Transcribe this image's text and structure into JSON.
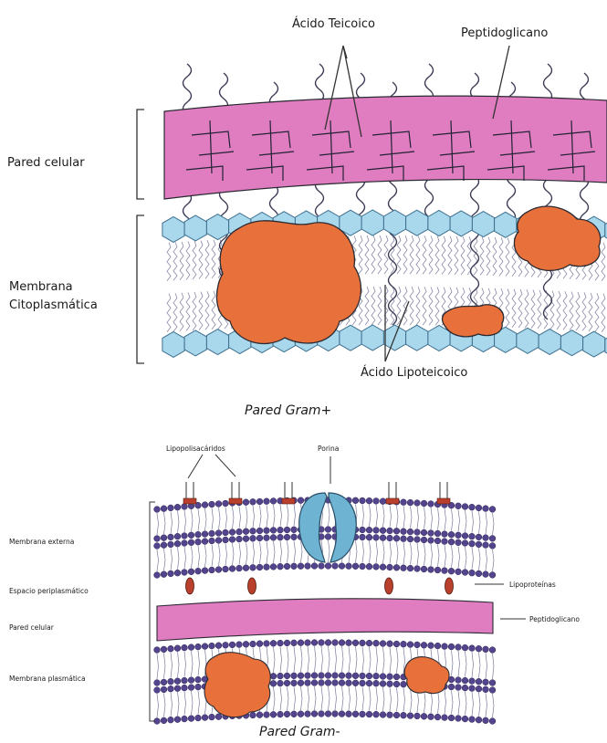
{
  "top": {
    "label_teichoic": "Ácido Teicoico",
    "label_peptidoglycan": "Peptidoglicano",
    "label_cell_wall": "Pared celular",
    "label_membrane_line1": "Membrana",
    "label_membrane_line2": "Citoplasmática",
    "label_lipoteichoic": "Ácido Lipoteicoico",
    "caption": "Pared Gram+"
  },
  "bottom": {
    "label_lps": "Lipopolisacáridos",
    "label_porin": "Porina",
    "label_outer_membrane": "Membrana externa",
    "label_periplasmic": "Espacio periplasmático",
    "label_cell_wall": "Pared celular",
    "label_plasma_membrane": "Membrana plasmática",
    "label_lipoproteins": "Lipoproteínas",
    "label_peptidoglycan": "Peptidoglicano",
    "caption": "Pared Gram-"
  },
  "colors": {
    "wall_pink": "#df7dc0",
    "lipid_blue": "#a9d7ec",
    "protein_orange": "#e8703a",
    "bead_purple": "#54448e",
    "porin_blue": "#6fb3d3",
    "lipoprotein_red": "#b8402c",
    "line": "#2a2a33"
  }
}
